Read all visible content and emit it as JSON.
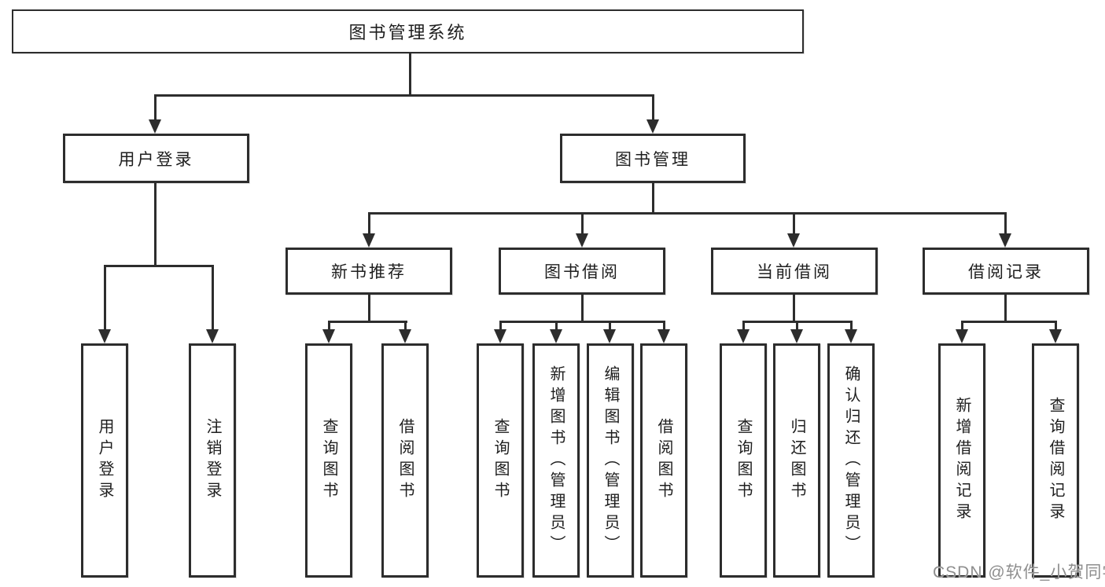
{
  "diagram": {
    "root": {
      "label": "图书管理系统"
    },
    "level2": [
      {
        "label": "用户登录"
      },
      {
        "label": "图书管理"
      }
    ],
    "level3": [
      {
        "label": "新书推荐"
      },
      {
        "label": "图书借阅"
      },
      {
        "label": "当前借阅"
      },
      {
        "label": "借阅记录"
      }
    ],
    "leaves": {
      "user_login": [
        "用户登录",
        "注销登录"
      ],
      "new_books": [
        "查询图书",
        "借阅图书"
      ],
      "book_borrow": [
        "查询图书",
        "新增图书（管理员）",
        "编辑图书（管理员）",
        "借阅图书"
      ],
      "current_borrow": [
        "查询图书",
        "归还图书",
        "确认归还（管理员）"
      ],
      "borrow_records": [
        "新增借阅记录",
        "查询借阅记录"
      ]
    },
    "colors": {
      "line": "#2d2d2d",
      "text": "#1e1e1e",
      "background": "#ffffff",
      "watermark": "#8e8e8e"
    },
    "watermark": "CSDN @软件_小贺同学"
  }
}
